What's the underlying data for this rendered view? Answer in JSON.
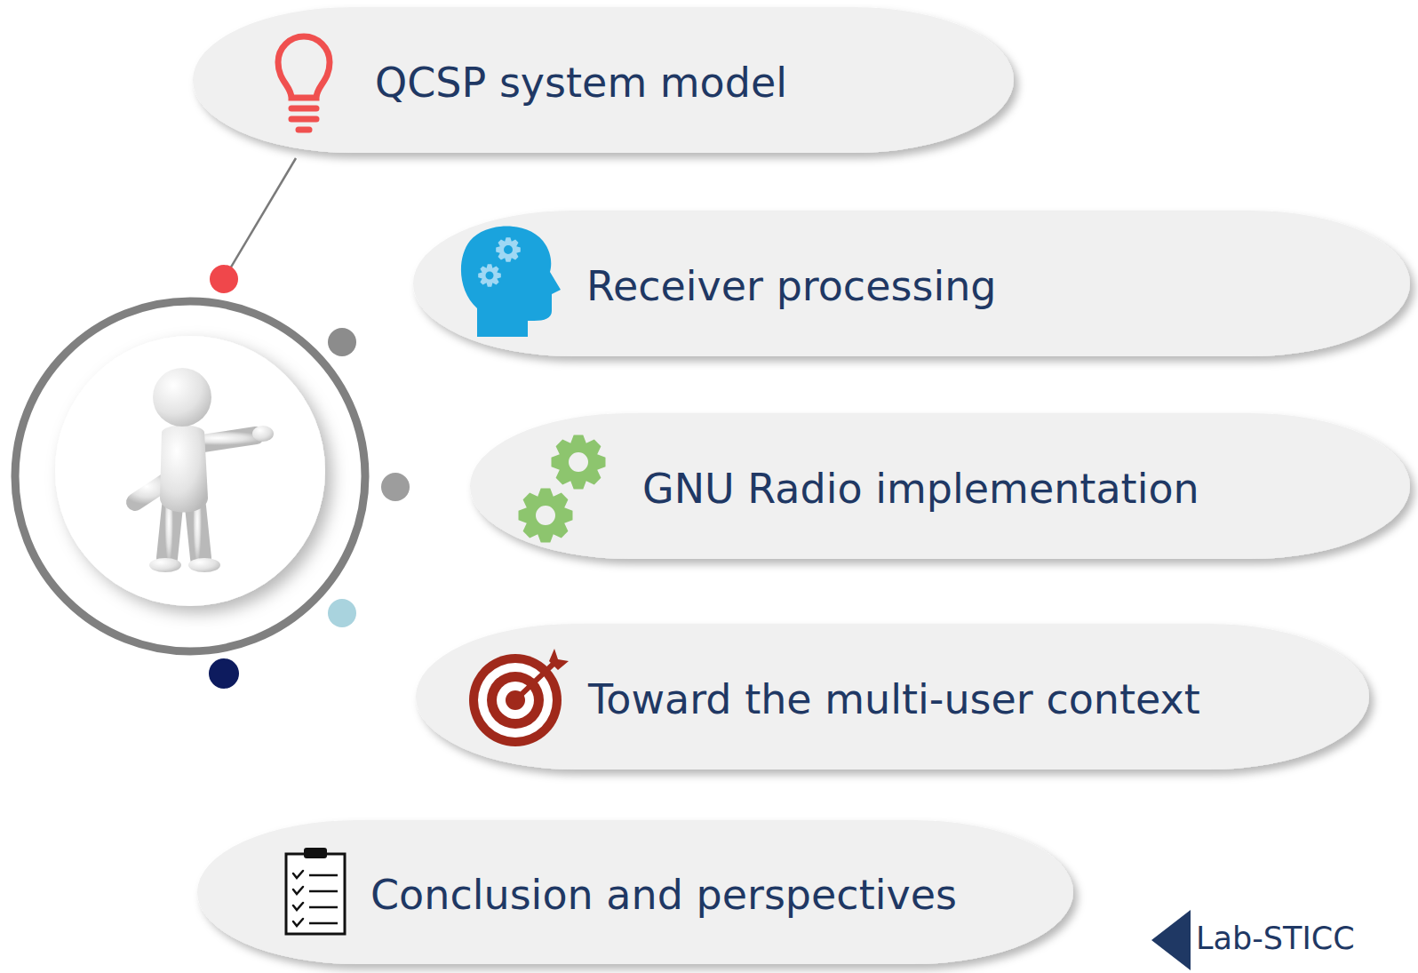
{
  "diagram": {
    "nodes": [
      {
        "text": [
          "QCSP system model"
        ]
      },
      {
        "text": [
          "Receiver processing"
        ]
      },
      {
        "text": [
          "GNU Radio implementation"
        ]
      },
      {
        "text": [
          "Toward the multi-user context"
        ]
      },
      {
        "text": [
          "Conclusion and perspectives"
        ]
      }
    ],
    "labels": [
      "Lab-STICC"
    ]
  }
}
